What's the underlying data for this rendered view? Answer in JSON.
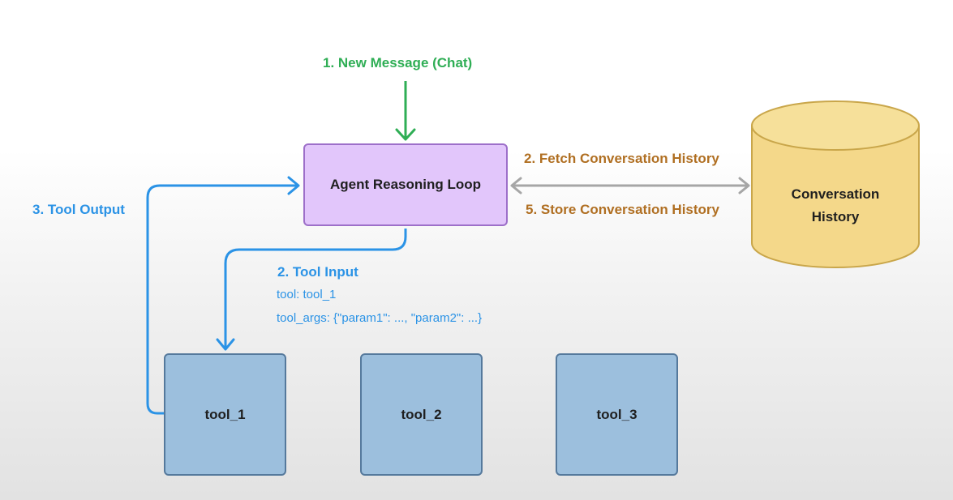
{
  "labels": {
    "new_message": "1. New Message (Chat)",
    "fetch_history": "2. Fetch Conversation History",
    "store_history": "5. Store Conversation History",
    "tool_output": "3. Tool Output",
    "tool_input": "2. Tool Input",
    "tool_line": "tool: tool_1",
    "tool_args_line": "tool_args: {\"param1\": ..., \"param2\": ...}"
  },
  "nodes": {
    "agent": "Agent Reasoning Loop",
    "database_line1": "Conversation",
    "database_line2": "History",
    "tools": [
      "tool_1",
      "tool_2",
      "tool_3"
    ]
  },
  "colors": {
    "message": "#2fae55",
    "tool_flow": "#2b93e6",
    "history": "#b06f22",
    "agent_fill": "#e2c6fb",
    "tool_fill": "#9cbfdd",
    "database_fill": "#f4d88a"
  }
}
